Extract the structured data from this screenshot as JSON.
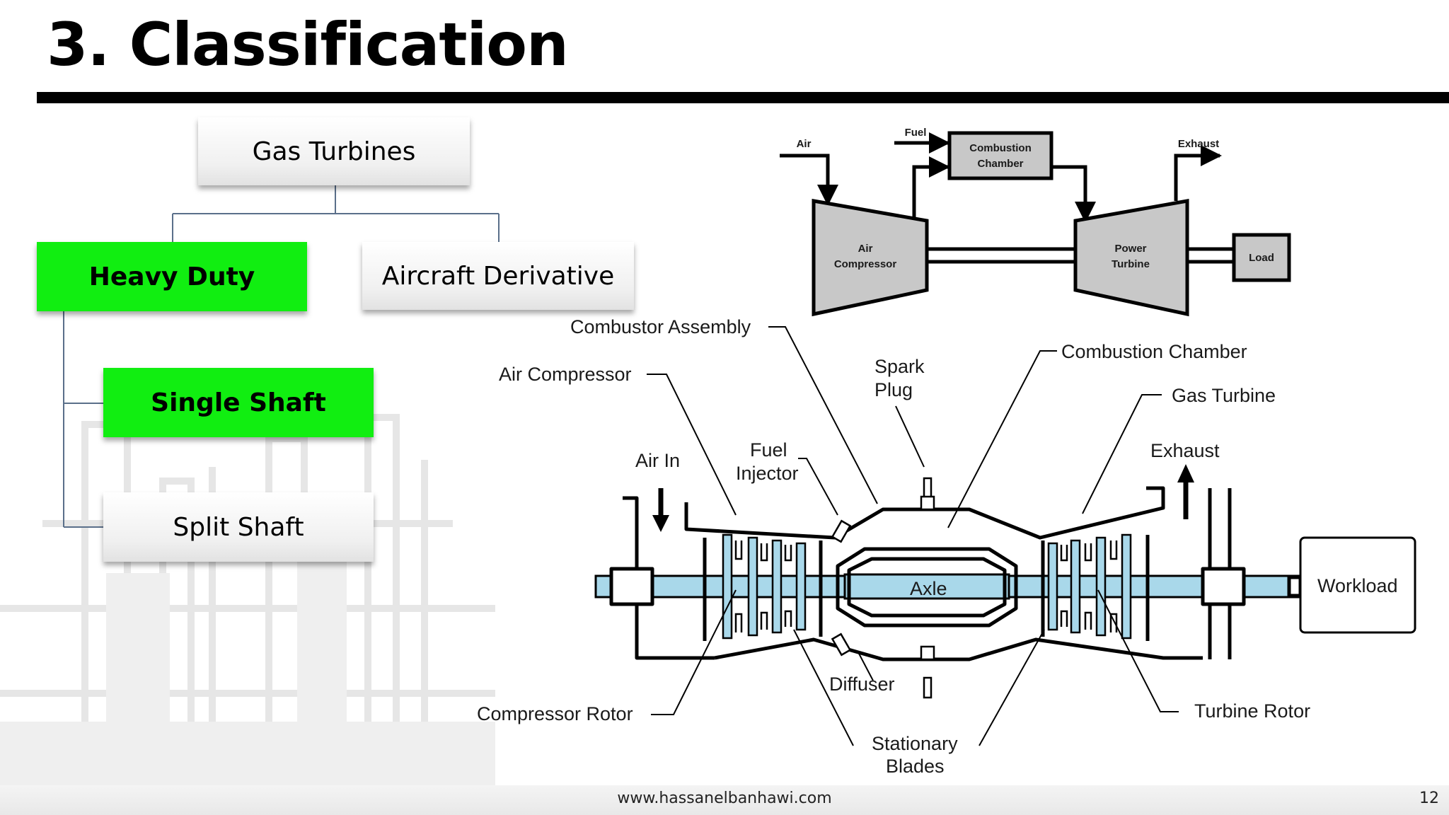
{
  "slide": {
    "title": "3. Classification",
    "footer_url": "www.hassanelbanhawi.com",
    "page_number": "12"
  },
  "tree": {
    "root": "Gas Turbines",
    "heavy_duty": "Heavy Duty",
    "aircraft_derivative": "Aircraft Derivative",
    "single_shaft": "Single Shaft",
    "split_shaft": "Split Shaft",
    "highlight_color": "#11ee11"
  },
  "block_diagram": {
    "air": "Air",
    "fuel": "Fuel",
    "combustion_chamber_line1": "Combustion",
    "combustion_chamber_line2": "Chamber",
    "exhaust": "Exhaust",
    "air_compressor_line1": "Air",
    "air_compressor_line2": "Compressor",
    "power_turbine_line1": "Power",
    "power_turbine_line2": "Turbine",
    "load": "Load",
    "fill_color": "#c8c8c8"
  },
  "engine_diagram": {
    "combustor_assembly": "Combustor Assembly",
    "air_compressor": "Air Compressor",
    "spark_plug_line1": "Spark",
    "spark_plug_line2": "Plug",
    "combustion_chamber": "Combustion Chamber",
    "gas_turbine": "Gas Turbine",
    "air_in": "Air In",
    "fuel_injector_line1": "Fuel",
    "fuel_injector_line2": "Injector",
    "exhaust": "Exhaust",
    "axle": "Axle",
    "workload": "Workload",
    "diffuser": "Diffuser",
    "compressor_rotor": "Compressor Rotor",
    "turbine_rotor": "Turbine Rotor",
    "stationary_blades_line1": "Stationary",
    "stationary_blades_line2": "Blades",
    "shaft_color": "#a9d8ea"
  }
}
